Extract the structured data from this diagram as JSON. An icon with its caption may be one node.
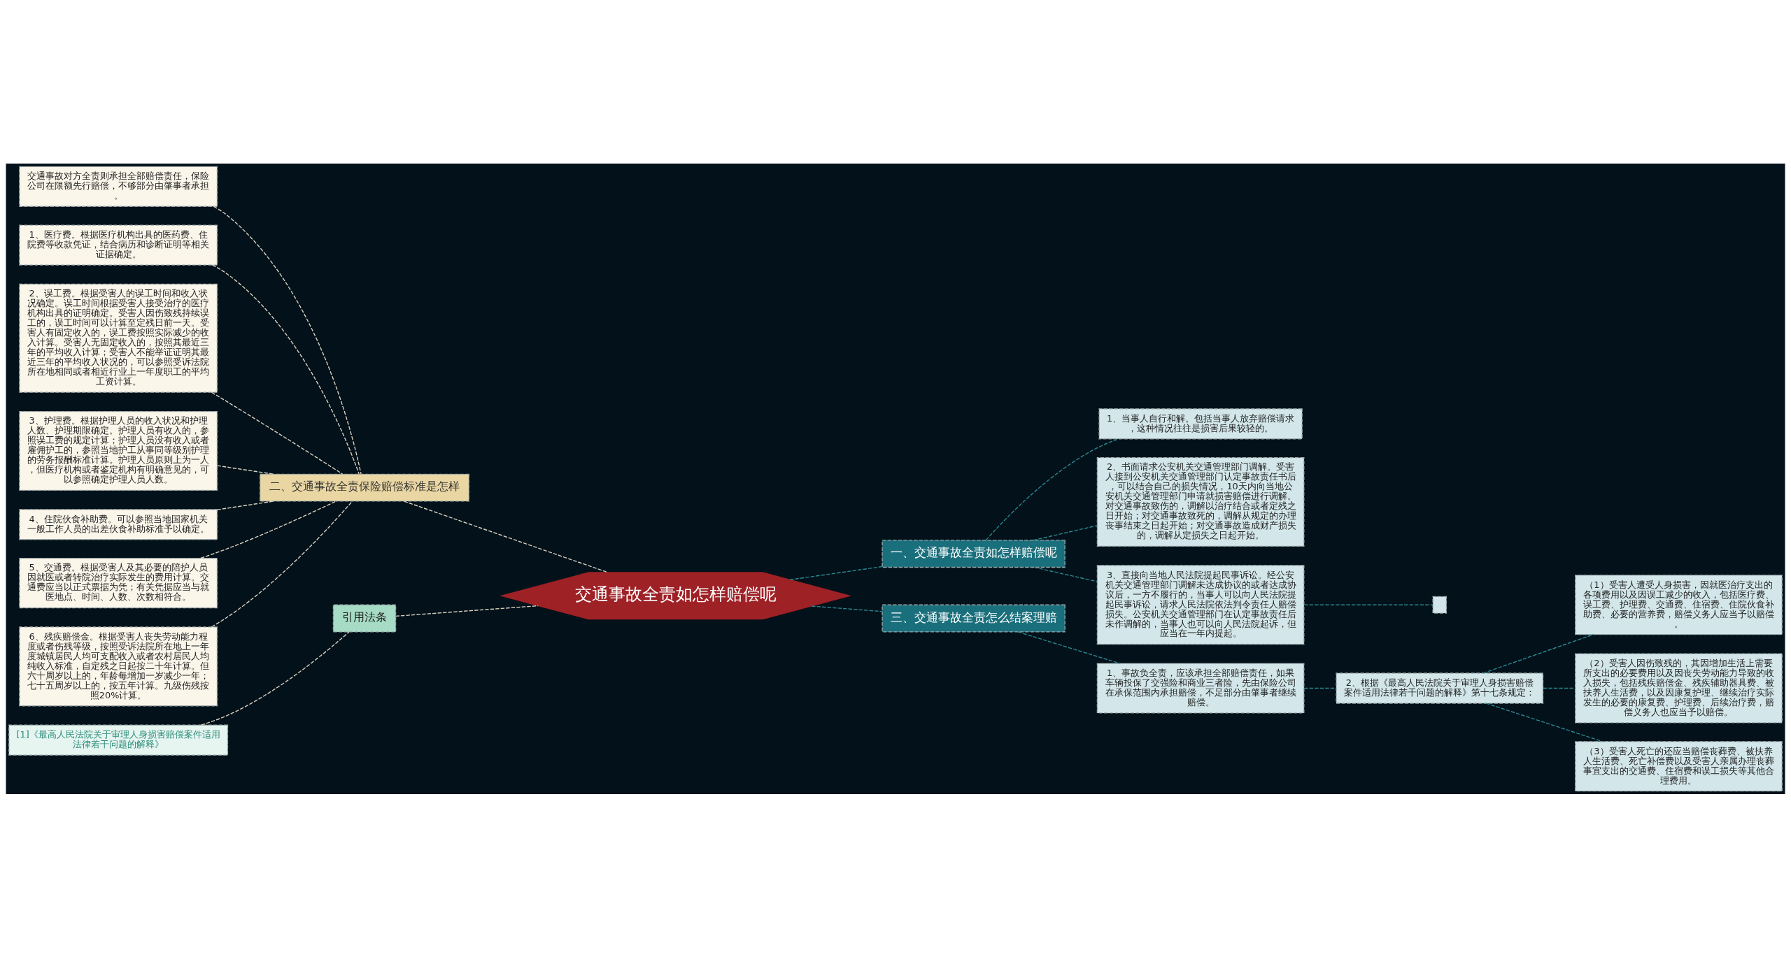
{
  "diagram": {
    "nodes": [
      {
        "text": [
          "交通事故全责如怎样赔偿呢"
        ]
      },
      {
        "text": [
          "一、交通事故全责如怎样赔偿呢"
        ]
      },
      {
        "text": [
          "1、当事人自行和解。包括当事人放弃赔偿请求，这种情况往往是损害后果较轻的。"
        ]
      },
      {
        "text": [
          "2、书面请求公安机关交通管理部门调解。受害人接到公安机关交通管理部门认定事故责任书后，可以结合自己的损失情况，10天内向当地公安机关交通管理部门申请就损害赔偿进行调解。对交通事故致伤的，调解以治疗结合或者定残之日开始；对交通事故致死的，调解从规定的办理丧事结束之日起开始；对交通事故造成财产损失的，调解从定损失之日起开始。"
        ]
      },
      {
        "text": [
          "3、直接向当地人民法院提起民事诉讼。经公安机关交通管理部门调解未达成协议的或者达成协议后，一方不履行的，当事人可以向人民法院提起民事诉讼，请求人民法院依法判令责任人赔偿损失。公安机关交通管理部门在认定事故责任后未作调解的，当事人也可以向人民法院起诉，但应当在一年内提起。"
        ]
      },
      {
        "text": [],
        "shape": "box"
      },
      {
        "text": [
          "三、交通事故全责怎么结案理赔"
        ]
      },
      {
        "text": [
          "1、事故负全责，应该承担全部赔偿责任，如果车辆投保了交强险和商业三者险，先由保险公司在承保范围内承担赔偿，不足部分由肇事者继续赔偿。"
        ]
      },
      {
        "text": [
          "2、根据《最高人民法院关于审理人身损害赔偿案件适用法律若干问题的解释》第十七条规定："
        ]
      },
      {
        "text": [
          "（1）受害人遭受人身损害，因就医治疗支出的各项费用以及因误工减少的收入，包括医疗费、误工费、护理费、交通费、住宿费、住院伙食补助费、必要的营养费，赔偿义务人应当予以赔偿。"
        ]
      },
      {
        "text": [
          "（2）受害人因伤致残的，其因增加生活上需要所支出的必要费用以及因丧失劳动能力导致的收入损失，包括残疾赔偿金、残疾辅助器具费、被扶养人生活费，以及因康复护理、继续治疗实际发生的必要的康复费、护理费、后续治疗费，赔偿义务人也应当予以赔偿。"
        ]
      },
      {
        "text": [
          "（3）受害人死亡的还应当赔偿丧葬费、被扶养人生活费、死亡补偿费以及受害人亲属办理丧葬事宜支出的交通费、住宿费和误工损失等其他合理费用。"
        ]
      },
      {
        "text": [
          "二、交通事故全责保险赔偿标准是怎样"
        ]
      },
      {
        "text": [
          "交通事故对方全责则承担全部赔偿责任，保险公司在限额先行赔偿，不够部分由肇事者承担。"
        ]
      },
      {
        "text": [
          "1、医疗费。根据医疗机构出具的医药费、住院费等收款凭证，结合病历和诊断证明等相关证据确定。"
        ]
      },
      {
        "text": [
          "2、误工费。根据受害人的误工时间和收入状况确定。误工时间根据受害人接受治疗的医疗机构出具的证明确定。受害人因伤致残持续误工的，误工时间可以计算至定残日前一天。受害人有固定收入的，误工费按照实际减少的收入计算。受害人无固定收入的，按照其最近三年的平均收入计算；受害人不能举证证明其最近三年的平均收入状况的，可以参照受诉法院所在地相同或者相近行业上一年度职工的平均工资计算。"
        ]
      },
      {
        "text": [
          "3、护理费。根据护理人员的收入状况和护理人数、护理期限确定。护理人员有收入的，参照误工费的规定计算；护理人员没有收入或者雇佣护工的，参照当地护工从事同等级别护理的劳务报酬标准计算。护理人员原则上为一人，但医疗机构或者鉴定机构有明确意见的，可以参照确定护理人员人数。"
        ]
      },
      {
        "text": [
          "4、住院伙食补助费。可以参照当地国家机关一般工作人员的出差伙食补助标准予以确定。"
        ]
      },
      {
        "text": [
          "5、交通费。根据受害人及其必要的陪护人员因就医或者转院治疗实际发生的费用计算。交通费应当以正式票据为凭；有关凭据应当与就医地点、时间、人数、次数相符合。"
        ]
      },
      {
        "text": [
          "6、残疾赔偿金。根据受害人丧失劳动能力程度或者伤残等级，按照受诉法院所在地上一年度城镇居民人均可支配收入或者农村居民人均纯收入标准，自定残之日起按二十年计算。但六十周岁以上的，年龄每增加一岁减少一年；七十五周岁以上的，按五年计算。九级伤残按照20%计算。"
        ]
      },
      {
        "text": [
          "引用法条"
        ]
      },
      {
        "text": [
          "[1]《最高人民法院关于审理人身损害赔偿案件适用法律若干问题的解释》"
        ]
      }
    ],
    "edges": [
      {
        "from": 0,
        "to": 1,
        "arrow": "none",
        "style": "dashed"
      },
      {
        "from": 1,
        "to": 2,
        "arrow": "none",
        "style": "dashed"
      },
      {
        "from": 1,
        "to": 3,
        "arrow": "none",
        "style": "dashed"
      },
      {
        "from": 1,
        "to": 4,
        "arrow": "none",
        "style": "dashed"
      },
      {
        "from": 4,
        "to": 5,
        "arrow": "none",
        "style": "dashed"
      },
      {
        "from": 0,
        "to": 6,
        "arrow": "none",
        "style": "dashed"
      },
      {
        "from": 6,
        "to": 7,
        "arrow": "none",
        "style": "dashed"
      },
      {
        "from": 7,
        "to": 8,
        "arrow": "none",
        "style": "dashed"
      },
      {
        "from": 8,
        "to": 9,
        "arrow": "none",
        "style": "dashed"
      },
      {
        "from": 8,
        "to": 10,
        "arrow": "none",
        "style": "dashed"
      },
      {
        "from": 8,
        "to": 11,
        "arrow": "none",
        "style": "dashed"
      },
      {
        "from": 0,
        "to": 12,
        "arrow": "none",
        "style": "dashed",
        "color": "#d8d2c0"
      },
      {
        "from": 12,
        "to": 13,
        "arrow": "none",
        "style": "dashed",
        "color": "#d8d2c0"
      },
      {
        "from": 12,
        "to": 14,
        "arrow": "none",
        "style": "dashed",
        "color": "#d8d2c0"
      },
      {
        "from": 12,
        "to": 15,
        "arrow": "none",
        "style": "dashed",
        "color": "#d8d2c0"
      },
      {
        "from": 12,
        "to": 16,
        "arrow": "none",
        "style": "dashed",
        "color": "#d8d2c0"
      },
      {
        "from": 12,
        "to": 17,
        "arrow": "none",
        "style": "dashed",
        "color": "#d8d2c0"
      },
      {
        "from": 12,
        "to": 18,
        "arrow": "none",
        "style": "dashed",
        "color": "#d8d2c0"
      },
      {
        "from": 12,
        "to": 19,
        "arrow": "none",
        "style": "dashed",
        "color": "#d8d2c0"
      },
      {
        "from": 0,
        "to": 20,
        "arrow": "none",
        "style": "dashed",
        "color": "#d8d2c0"
      },
      {
        "from": 20,
        "to": 21,
        "arrow": "none",
        "style": "dashed",
        "color": "#d8d2c0"
      }
    ]
  }
}
